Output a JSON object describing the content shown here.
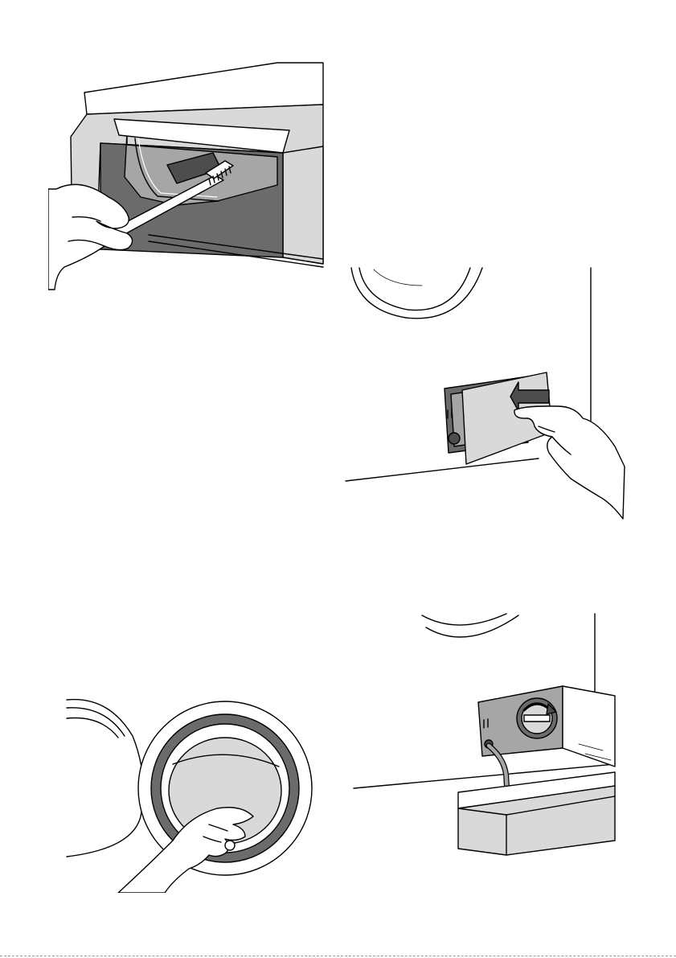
{
  "figures": [
    {
      "id": "dispenser",
      "icon": "brush-cleaning-dispenser-illustration"
    },
    {
      "id": "filter-cover",
      "icon": "open-filter-cover-illustration"
    },
    {
      "id": "door-seal",
      "icon": "wipe-door-seal-illustration"
    },
    {
      "id": "drain-hose",
      "icon": "emergency-drain-hose-illustration"
    }
  ],
  "colors": {
    "ink": "#000000",
    "light_grey": "#d9d9d9",
    "mid_grey": "#a6a6a6",
    "dark_grey": "#6b6b6b"
  }
}
